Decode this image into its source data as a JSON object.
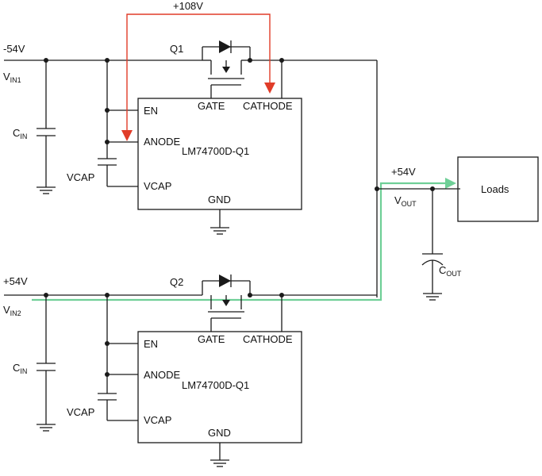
{
  "top_path": {
    "label": "+108V",
    "color": "#e03c28"
  },
  "bottom_path": {
    "color": "#6fcf97"
  },
  "input1": {
    "voltage": "-54V",
    "name": "V",
    "name_sub": "IN1",
    "cap": "C",
    "cap_sub": "IN",
    "fet": "Q1"
  },
  "input2": {
    "voltage": "+54V",
    "name": "V",
    "name_sub": "IN2",
    "cap": "C",
    "cap_sub": "IN",
    "fet": "Q2"
  },
  "chip1": {
    "part": "LM74700D-Q1",
    "en": "EN",
    "anode": "ANODE",
    "vcap": "VCAP",
    "gate": "GATE",
    "cathode": "CATHODE",
    "gnd": "GND",
    "vcap_cap": "VCAP"
  },
  "chip2": {
    "part": "LM74700D-Q1",
    "en": "EN",
    "anode": "ANODE",
    "vcap": "VCAP",
    "gate": "GATE",
    "cathode": "CATHODE",
    "gnd": "GND",
    "vcap_cap": "VCAP"
  },
  "output": {
    "voltage": "+54V",
    "name": "V",
    "name_sub": "OUT",
    "cap": "C",
    "cap_sub": "OUT",
    "load": "Loads"
  }
}
